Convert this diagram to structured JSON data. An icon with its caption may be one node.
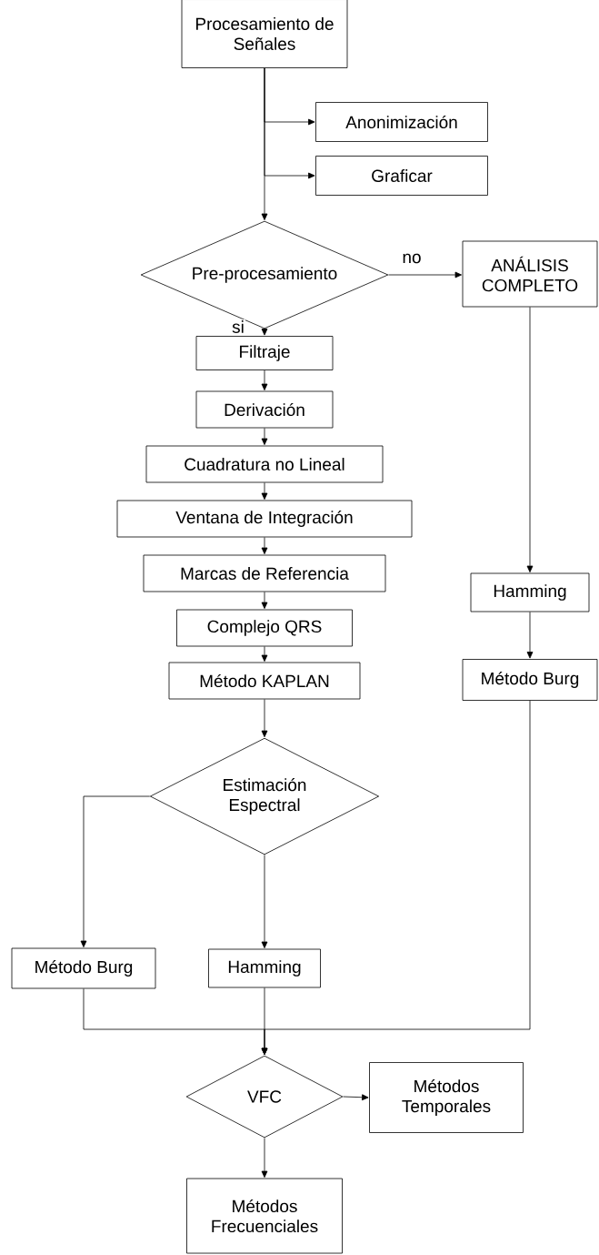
{
  "diagram": {
    "nodes": [
      {
        "text": [
          "Procesamiento de Señales"
        ]
      },
      {
        "text": [
          "Anonimización"
        ]
      },
      {
        "text": [
          "Graficar"
        ]
      },
      {
        "text": [
          "Pre-procesamiento"
        ]
      },
      {
        "text": [
          "ANÁLISIS COMPLETO"
        ]
      },
      {
        "text": [
          "Filtraje"
        ]
      },
      {
        "text": [
          "Derivación"
        ]
      },
      {
        "text": [
          "Cuadratura no Lineal"
        ]
      },
      {
        "text": [
          "Ventana de Integración"
        ]
      },
      {
        "text": [
          "Marcas de Referencia"
        ]
      },
      {
        "text": [
          "Complejo QRS"
        ]
      },
      {
        "text": [
          "Método KAPLAN"
        ]
      },
      {
        "text": [
          "Estimación Espectral"
        ]
      },
      {
        "text": [
          "Método Burg"
        ]
      },
      {
        "text": [
          "Hamming"
        ]
      },
      {
        "text": [
          "Hamming"
        ]
      },
      {
        "text": [
          "Método Burg"
        ]
      },
      {
        "text": [
          "VFC"
        ]
      },
      {
        "text": [
          "Métodos Temporales"
        ]
      },
      {
        "text": [
          "Métodos Frecuenciales"
        ]
      }
    ],
    "edges": [
      {
        "from": 0,
        "to": 1,
        "arrow": "to"
      },
      {
        "from": 0,
        "to": 2,
        "arrow": "to"
      },
      {
        "from": 0,
        "to": 3,
        "arrow": "to"
      },
      {
        "from": 3,
        "to": 4,
        "arrow": "to",
        "label": "no"
      },
      {
        "from": 3,
        "to": 5,
        "arrow": "to",
        "label": "si"
      },
      {
        "from": 5,
        "to": 6,
        "arrow": "to"
      },
      {
        "from": 6,
        "to": 7,
        "arrow": "to"
      },
      {
        "from": 7,
        "to": 8,
        "arrow": "to"
      },
      {
        "from": 8,
        "to": 9,
        "arrow": "to"
      },
      {
        "from": 9,
        "to": 10,
        "arrow": "to"
      },
      {
        "from": 10,
        "to": 11,
        "arrow": "to"
      },
      {
        "from": 11,
        "to": 12,
        "arrow": "to"
      },
      {
        "from": 12,
        "to": 13,
        "arrow": "to"
      },
      {
        "from": 12,
        "to": 14,
        "arrow": "to"
      },
      {
        "from": 4,
        "to": 15,
        "arrow": "to"
      },
      {
        "from": 15,
        "to": 16,
        "arrow": "to"
      },
      {
        "from": 13,
        "to": 17,
        "arrow": "to"
      },
      {
        "from": 14,
        "to": 17,
        "arrow": "to"
      },
      {
        "from": 16,
        "to": 17,
        "arrow": "to"
      },
      {
        "from": 17,
        "to": 18,
        "arrow": "to"
      },
      {
        "from": 17,
        "to": 19,
        "arrow": "to"
      }
    ]
  }
}
